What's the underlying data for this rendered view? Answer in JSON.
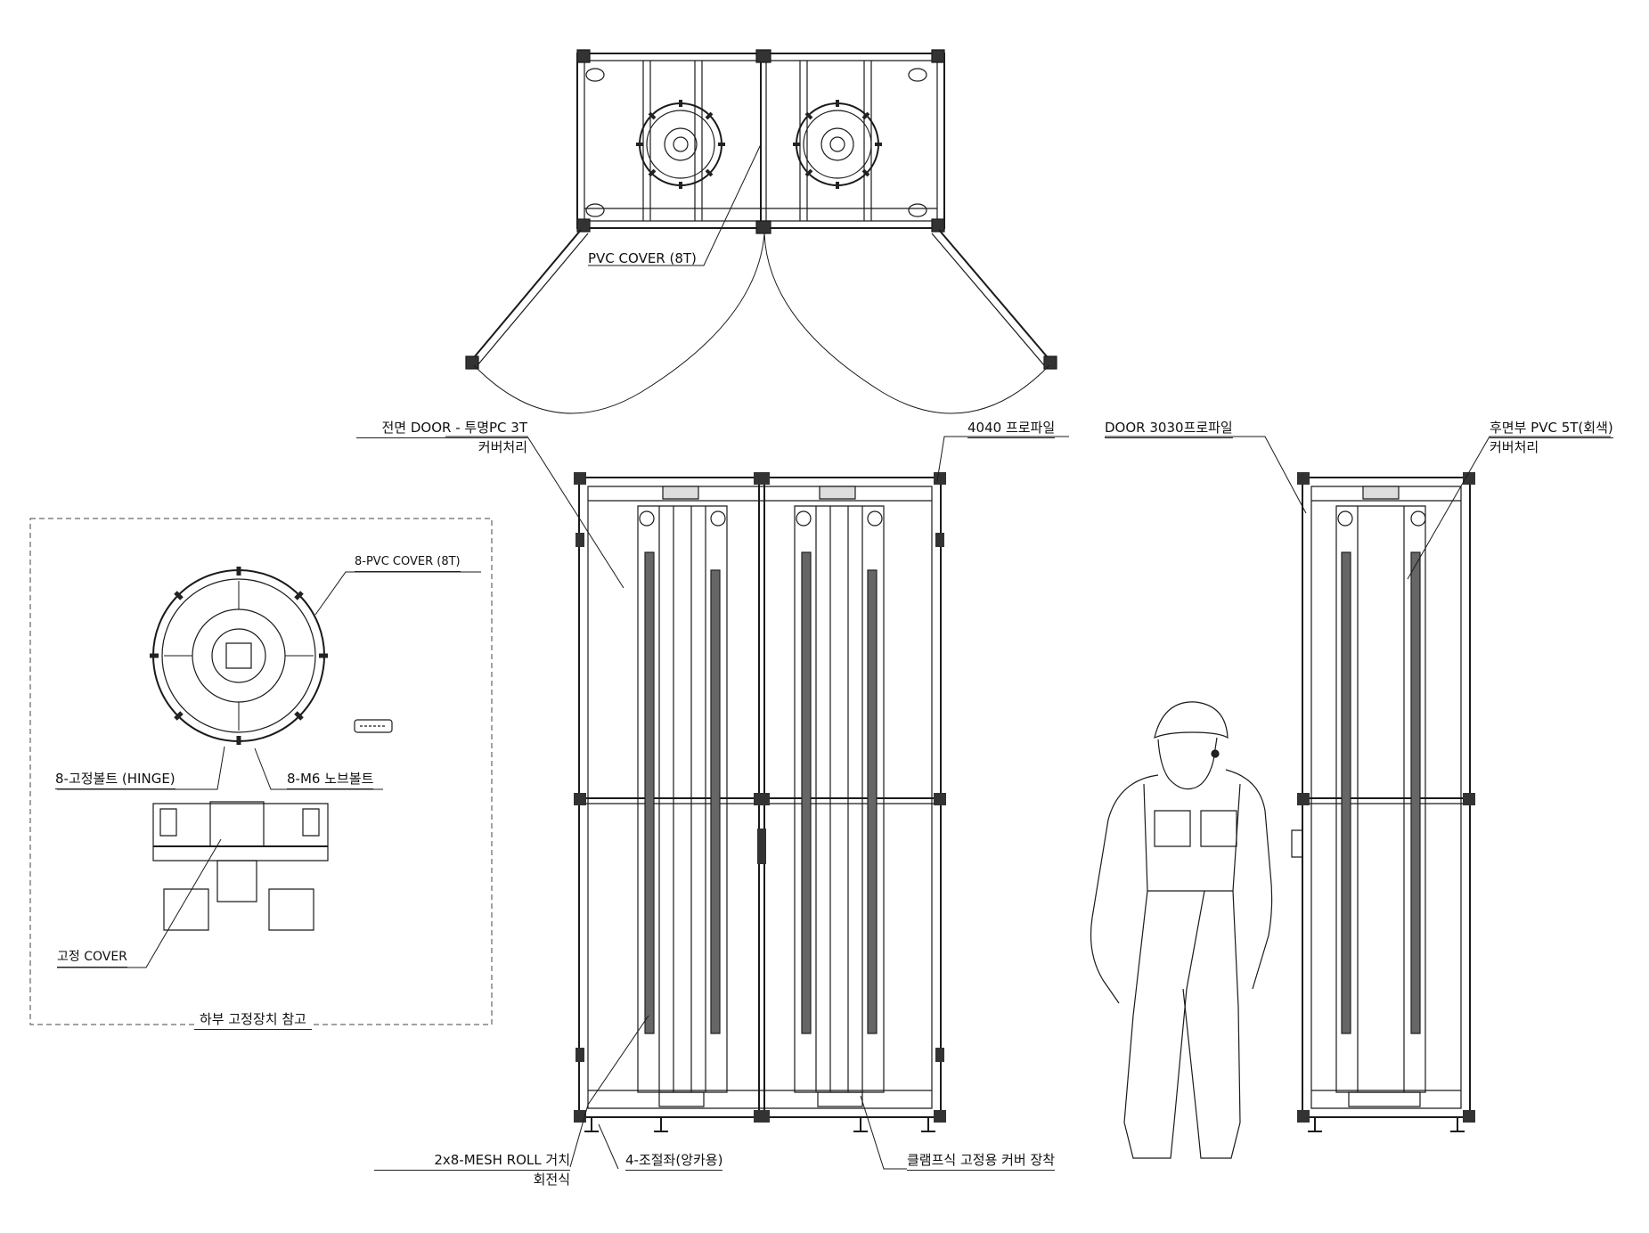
{
  "labels": {
    "top_pvc_cover": "PVC COVER (8T)",
    "front_door_line1": "전면 DOOR - 투명PC 3T",
    "front_door_line2": "커버처리",
    "profile_4040": "4040 프로파일",
    "door_profile_3030": "DOOR 3030프로파일",
    "rear_pvc_line1": "후면부 PVC 5T(회색)",
    "rear_pvc_line2": "커버처리",
    "detail_pvc_cover": "8-PVC COVER (8T)",
    "detail_hinge_bolt": "8-고정볼트 (HINGE)",
    "detail_knob_bolt": "8-M6 노브볼트",
    "detail_fixed_cover": "고정 COVER",
    "detail_caption": "하부 고정장치 참고",
    "mesh_roll_line1": "2x8-MESH ROLL 거치",
    "mesh_roll_line2": "회전식",
    "leveling_foot": "4-조절좌(앙카용)",
    "clamp_cover": "클램프식 고정용 커버 장착"
  },
  "colors": {
    "line": "#1a1a1a",
    "light": "#555555",
    "dash": "#444444",
    "background": "#ffffff"
  }
}
